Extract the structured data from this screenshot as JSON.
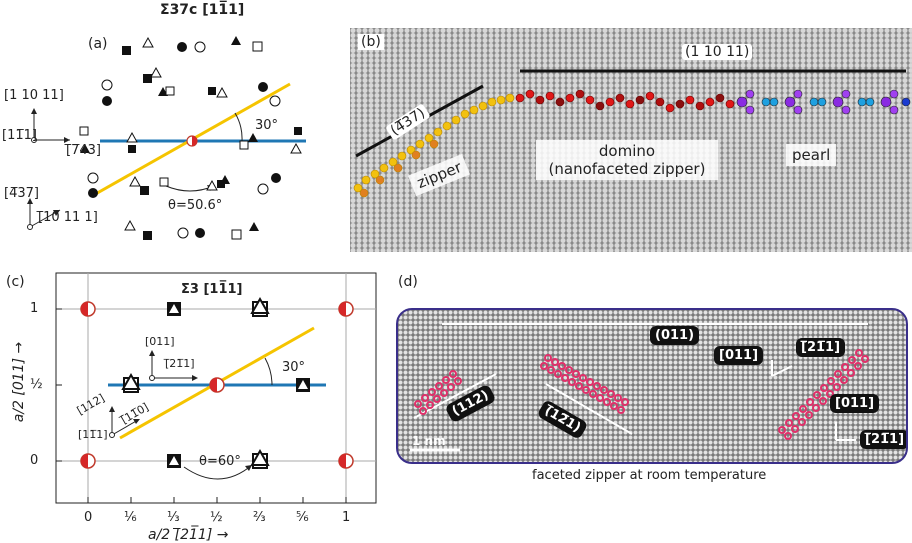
{
  "panel_a": {
    "label": "(a)",
    "title": "Σ37c [11̅1]",
    "dir_top": "[1 10 11]",
    "dir_left": "[11̅1]",
    "dir_right": "[̅7̅43]",
    "dir_437": "[4̅37]",
    "dir_10_11_1": "[̅10 11 1]",
    "angle": "30°",
    "theta": "θ=50.6°"
  },
  "panel_b": {
    "label": "(b)",
    "facet_437": "(4̅37)",
    "facet_1_10_11": "(1 10 11)",
    "zipper": "zipper",
    "domino_line1": "domino",
    "domino_line2": "(nanofaceted zipper)",
    "pearl": "pearl"
  },
  "panel_c": {
    "label": "(c)",
    "title": "Σ3 [11̅1]",
    "y_axis_label": "a/2 [011] →",
    "x_axis_label": "a/2 [̅21̅1] →",
    "y_ticks": [
      "0",
      "½",
      "1"
    ],
    "x_ticks": [
      "0",
      "⅙",
      "⅓",
      "½",
      "⅔",
      "⅚",
      "1"
    ],
    "dir_011": "[011]",
    "dir_211": "[̅21̅1]",
    "dir_112": "[112]",
    "dir_110": "[̅11̅0]",
    "dir_111": "[11̅1]",
    "angle": "30°",
    "theta": "θ=60°"
  },
  "panel_d": {
    "label": "(d)",
    "facet_011": "(011)",
    "facet_112": "(112)",
    "facet_121": "(̅12̅1)",
    "dir_011_a": "[011]",
    "dir_211_a": "[̅21̅1]",
    "dir_011_b": "[011]",
    "dir_211_b": "[̅21̅1]",
    "scale": "1 nm",
    "caption": "faceted zipper at room temperature"
  }
}
